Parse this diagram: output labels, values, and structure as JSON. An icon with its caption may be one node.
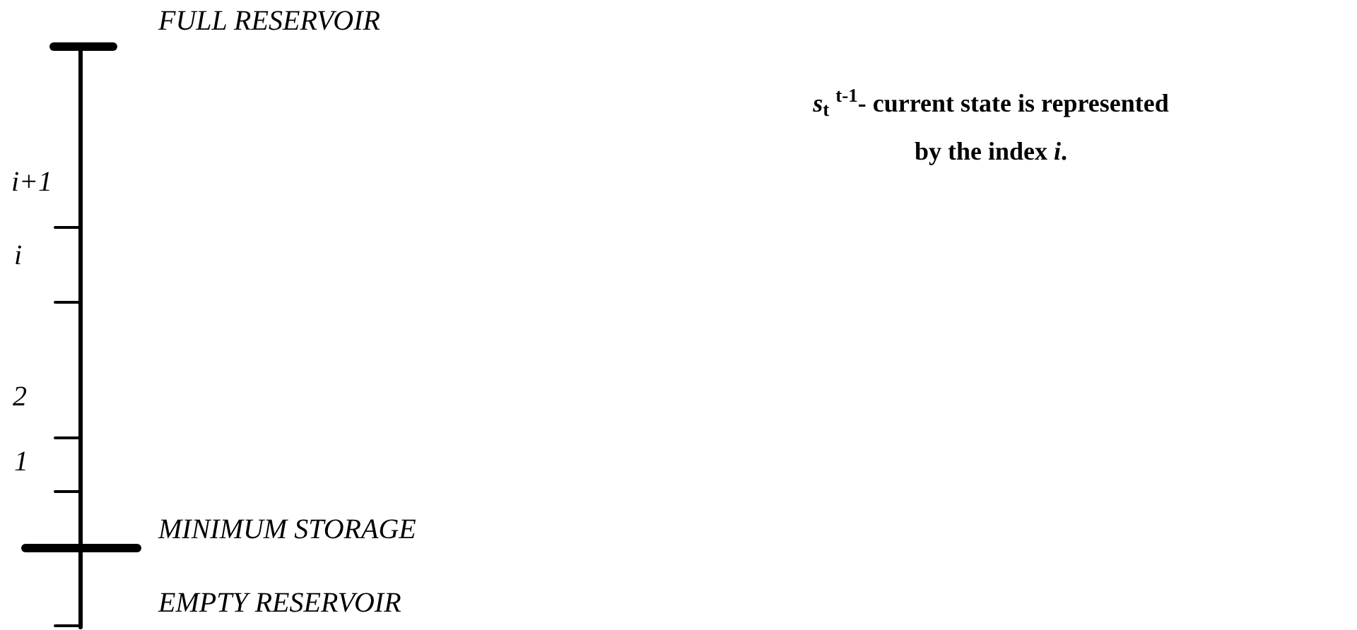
{
  "diagram": {
    "labels": [
      "FULL RESERVOIR",
      "i+1",
      "i",
      "2",
      "1",
      "MINIMUM STORAGE",
      "EMPTY RESERVOIR",
      "*s*$_{t}$ $^{t-1}$- current state is represented by the index *i*."
    ]
  }
}
